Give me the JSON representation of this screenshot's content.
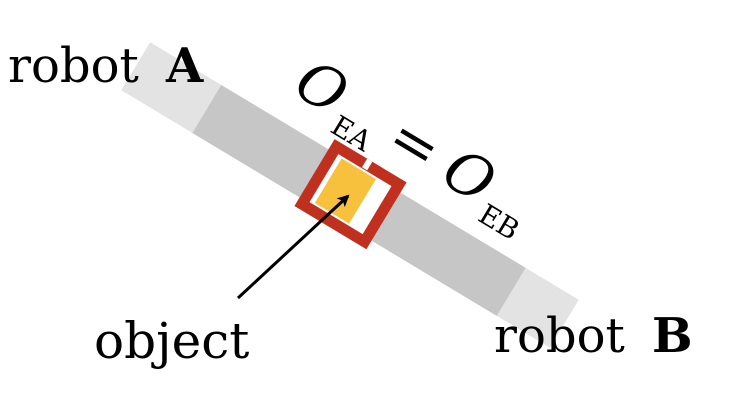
{
  "labels": {
    "robot_a_prefix": "robot",
    "robot_a_letter": "A",
    "robot_b_prefix": "robot",
    "robot_b_letter": "B",
    "object": "object",
    "equation": {
      "lhs_symbol": "O",
      "lhs_subscript": "EA",
      "equals": "=",
      "rhs_symbol": "O",
      "rhs_subscript": "EB"
    }
  },
  "colors": {
    "arm_outer": "#e3e3e3",
    "arm_inner": "#c6c6c6",
    "object_fill": "#f7c13e",
    "gripper_frame": "#c0301f",
    "gripper_gap": "#ffffff",
    "text": "#000000",
    "arrow": "#000000"
  },
  "icons": {
    "arrow": "arrow-up-right"
  }
}
